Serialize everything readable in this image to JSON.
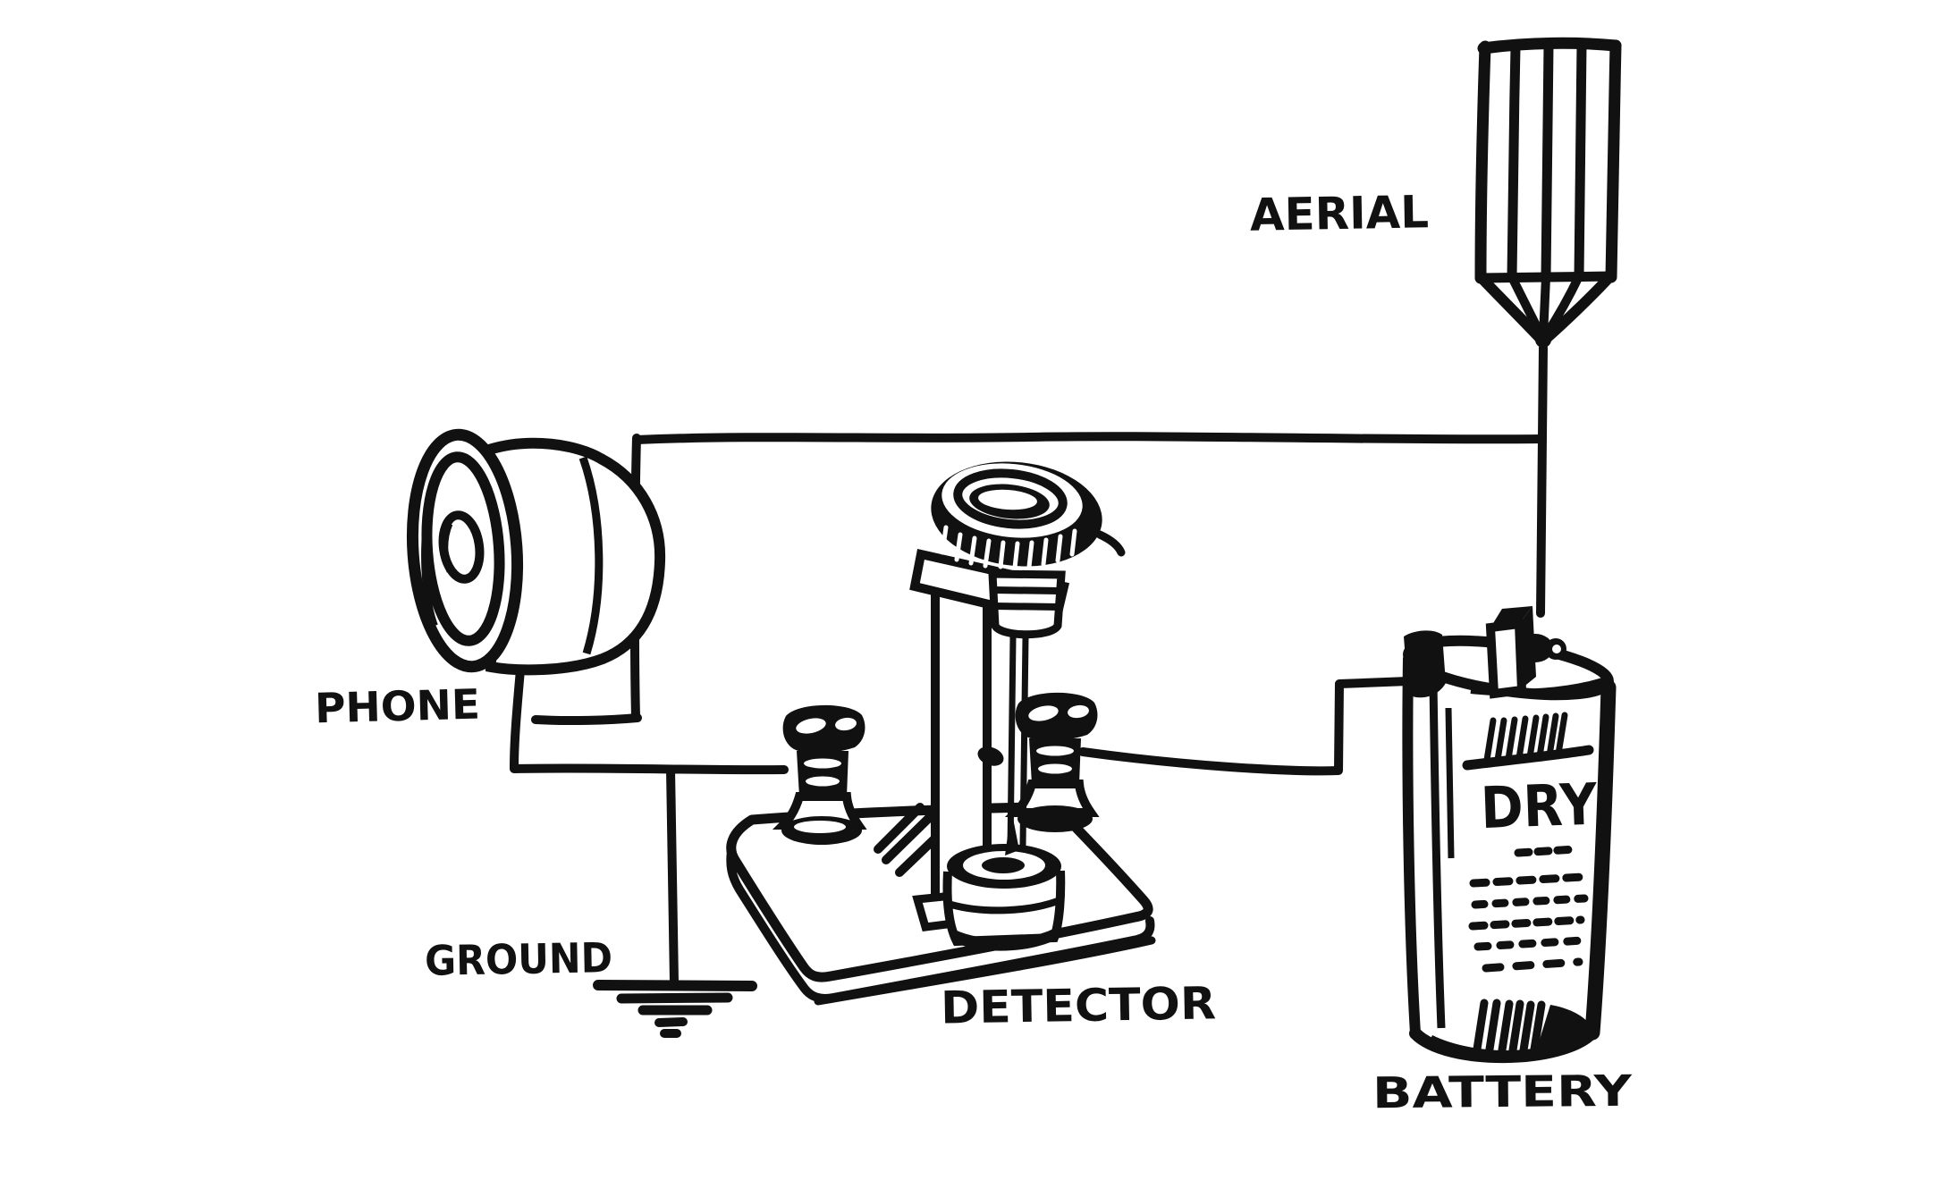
{
  "colors": {
    "ink": "#111111",
    "paper": "#ffffff"
  },
  "labels": {
    "aerial": "AERIAL",
    "phone": "PHONE",
    "ground": "GROUND",
    "detector": "DETECTOR",
    "battery": "BATTERY",
    "battery_print": "DRY"
  },
  "components": [
    {
      "id": "aerial",
      "label": "AERIAL"
    },
    {
      "id": "phone",
      "label": "PHONE"
    },
    {
      "id": "ground",
      "label": "GROUND"
    },
    {
      "id": "detector",
      "label": "DETECTOR"
    },
    {
      "id": "battery",
      "label": "BATTERY",
      "printed_text": "DRY"
    }
  ]
}
